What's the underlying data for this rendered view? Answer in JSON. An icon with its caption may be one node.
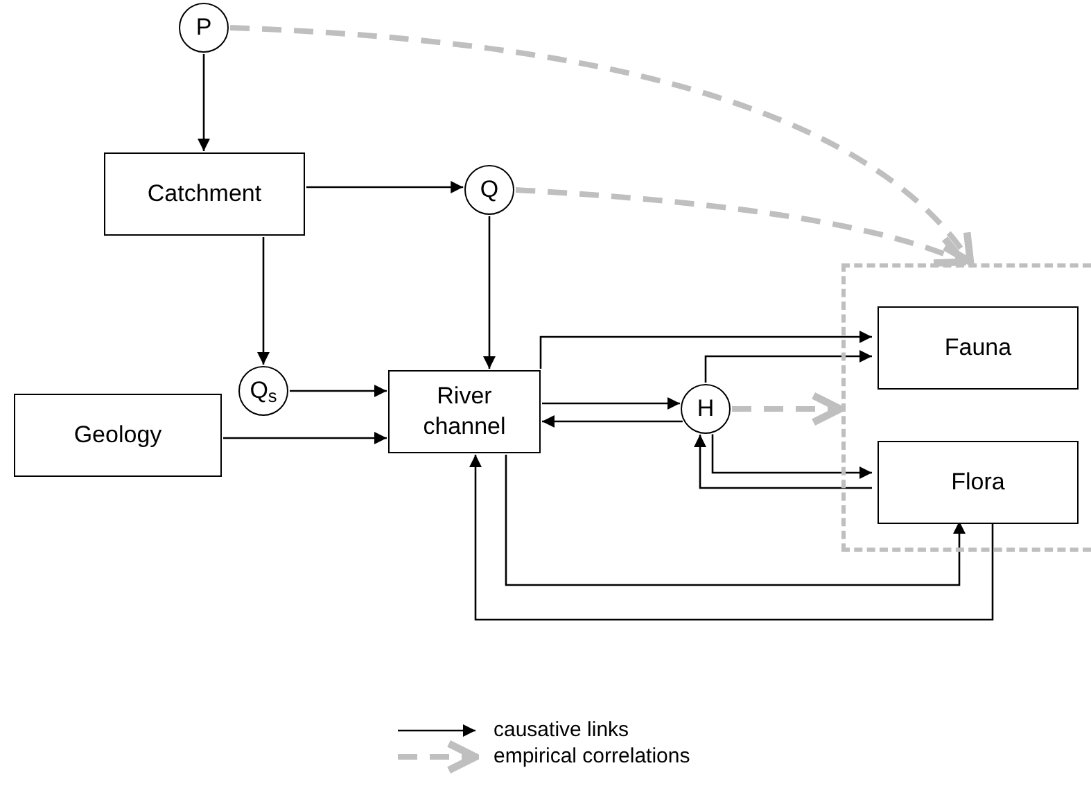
{
  "diagram": {
    "nodes": [
      {
        "text": [
          "P"
        ]
      },
      {
        "text": [
          "Catchment"
        ]
      },
      {
        "text": [
          "Q"
        ]
      },
      {
        "text": [
          "Q$_{s}$"
        ]
      },
      {
        "text": [
          "Geology"
        ]
      },
      {
        "text": [
          "River channel"
        ]
      },
      {
        "text": [
          "H"
        ]
      },
      {
        "text": [],
        "shape": "box"
      },
      {
        "text": [
          "Fauna"
        ],
        "in": 7
      },
      {
        "text": [
          "Flora"
        ],
        "in": 7
      }
    ],
    "edges": [
      {
        "from": 0,
        "to": 1,
        "arrow": "to"
      },
      {
        "from": 1,
        "to": 2,
        "arrow": "to"
      },
      {
        "from": 1,
        "to": 3,
        "arrow": "to"
      },
      {
        "from": 2,
        "to": 5,
        "arrow": "to"
      },
      {
        "from": 3,
        "to": 5,
        "arrow": "to"
      },
      {
        "from": 4,
        "to": 5,
        "arrow": "to"
      },
      {
        "from": 5,
        "to": 8,
        "arrow": "to"
      },
      {
        "from": 5,
        "to": 6,
        "arrow": "to"
      },
      {
        "from": 6,
        "to": 5,
        "arrow": "to"
      },
      {
        "from": 6,
        "to": 8,
        "arrow": "to"
      },
      {
        "from": 6,
        "to": 9,
        "arrow": "to"
      },
      {
        "from": 9,
        "to": 6,
        "arrow": "to"
      },
      {
        "from": 5,
        "to": 9,
        "arrow": "to"
      },
      {
        "from": 9,
        "to": 5,
        "arrow": "to"
      },
      {
        "from": 0,
        "to": 7,
        "arrow": "to",
        "style": "dashed",
        "color": "#bfbfbf"
      },
      {
        "from": 2,
        "to": 7,
        "arrow": "to",
        "style": "dashed",
        "color": "#bfbfbf"
      },
      {
        "from": 6,
        "to": 7,
        "arrow": "to",
        "style": "dashed",
        "color": "#bfbfbf"
      }
    ],
    "legend": [
      {
        "text": "causative links"
      },
      {
        "text": "empirical correlations"
      }
    ]
  }
}
